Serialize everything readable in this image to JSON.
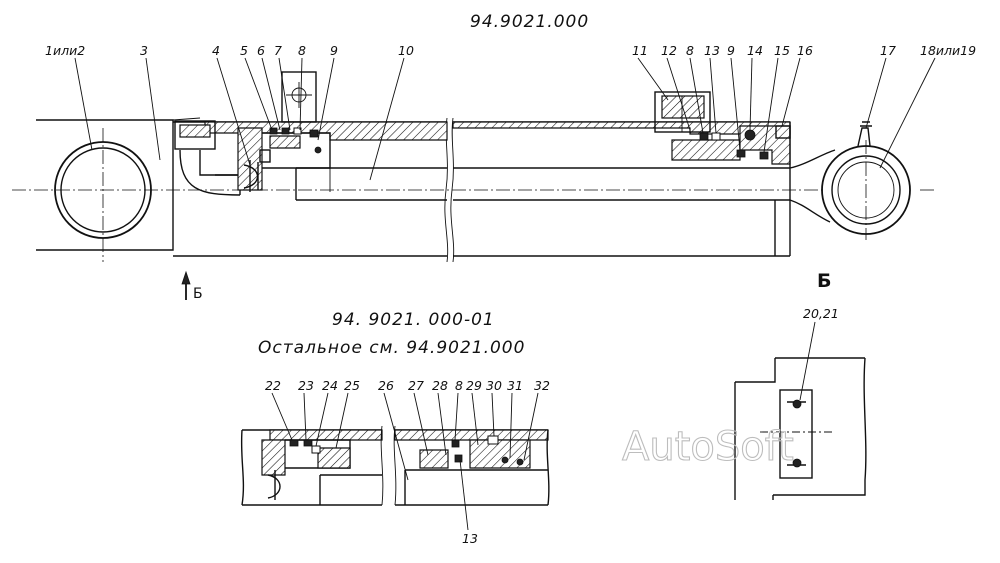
{
  "title_main": "94.9021.000",
  "title_variant": "94. 9021. 000-01",
  "note_variant": "Остальное  см. 94.9021.000",
  "section_mark": "Б",
  "section_view_label": "Б",
  "section_arrow_label": "Б",
  "watermark": "AutoSoft",
  "callouts_top": [
    "1или2",
    "3",
    "4",
    "5",
    "6",
    "7",
    "8",
    "9",
    "10",
    "11",
    "12",
    "8",
    "13",
    "9",
    "14",
    "15",
    "16",
    "17",
    "18или19"
  ],
  "callouts_bottom": [
    "22",
    "23",
    "24",
    "25",
    "26",
    "27",
    "28",
    "8",
    "29",
    "30",
    "31",
    "32"
  ],
  "callout_bottom_extra": "13",
  "callout_detail": "20,21"
}
